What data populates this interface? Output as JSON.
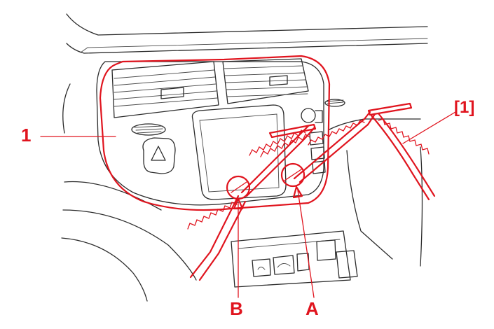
{
  "callouts": {
    "panel": "1",
    "tool": "[1]",
    "clip_b": "B",
    "clip_a": "A"
  },
  "colors": {
    "callout": "#e0141e",
    "line_art": "#2b2b2b",
    "background": "#ffffff"
  },
  "icons": {
    "hazard_button": "warning-triangle-icon",
    "lever_tool": "removal-lever-icon"
  }
}
